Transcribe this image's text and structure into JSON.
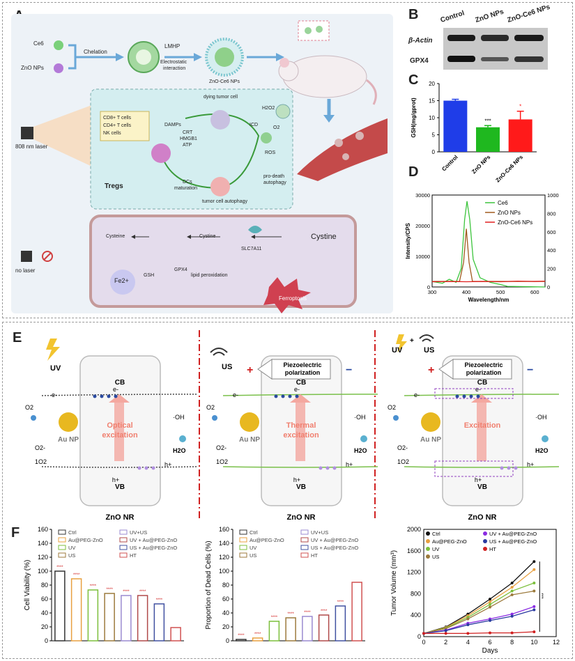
{
  "panelA": {
    "letter": "A",
    "ce6": "Ce6",
    "zno_nps": "ZnO NPs",
    "chelation": "Chelation",
    "lmhp": "LMHP",
    "electrostatic": "Electrostatic",
    "interaction": "interaction",
    "zno_ce6_nps": "ZnO-Ce6 NPs",
    "laser_808": "808 nm laser",
    "no_laser": "no laser",
    "dying_tumor_cell": "dying tumor cell",
    "damps": "DAMPs",
    "crt": "CRT",
    "hmgb1": "HMGB1",
    "atp": "ATP",
    "icd": "ICD",
    "h2o2": "H2O2",
    "o2": "O2",
    "ros": "ROS",
    "cd8": "CD8+ T cells",
    "cd4": "CD4+ T cells",
    "nk": "NK cells",
    "tregs": "Tregs",
    "dcs": "DCs",
    "maturation": "maturation",
    "pro_death": "pro-death",
    "autophagy": "autophagy",
    "tumor_autophagy": "tumor cell autophagy",
    "cysteine": "Cysteine",
    "cystine_in": "Cystine",
    "cystine_out": "Cystine",
    "slc7a11": "SLC7A11",
    "gsh": "GSH",
    "gpx4": "GPX4",
    "lipid_perox": "lipid peroxidation",
    "fe": "Fe2+",
    "ferroptosis": "Ferroptosis"
  },
  "panelB": {
    "letter": "B",
    "columns": [
      "Control",
      "ZnO NPs",
      "ZnO-Ce6 NPs"
    ],
    "rows": [
      "β-Actin",
      "GPX4"
    ]
  },
  "panelC": {
    "letter": "C",
    "chart_data": {
      "type": "bar",
      "categories": [
        "Control",
        "ZnO NPs",
        "ZnO-Ce6 NPs"
      ],
      "values": [
        15.0,
        7.2,
        9.5
      ],
      "errors": [
        0.4,
        0.5,
        2.4
      ],
      "colors": [
        "#1f3de8",
        "#1fb81f",
        "#ff1a1a"
      ],
      "ylabel": "GSH(mg/gprot)",
      "ylim": [
        0,
        20
      ],
      "yticks": [
        "0",
        "5",
        "10",
        "15",
        "20"
      ],
      "annotations": [
        "",
        "***",
        "*"
      ]
    }
  },
  "panelD": {
    "letter": "D",
    "chart_data": {
      "type": "line",
      "xlabel": "Wavelength/nm",
      "ylabel": "Intensity/CPS",
      "xlim": [
        300,
        630
      ],
      "ylim_left": [
        0,
        30000
      ],
      "ylim_right": [
        0,
        1000
      ],
      "xticks": [
        "300",
        "400",
        "500",
        "600"
      ],
      "yticks_left": [
        "0",
        "10000",
        "20000",
        "30000"
      ],
      "yticks_right": [
        "0",
        "200",
        "400",
        "600",
        "800",
        "1000"
      ],
      "series": [
        {
          "name": "Ce6",
          "color": "#3cc43c",
          "x": [
            300,
            330,
            350,
            370,
            385,
            395,
            402,
            410,
            420,
            440,
            470,
            500,
            520,
            630
          ],
          "y": [
            1800,
            1200,
            2500,
            1500,
            6000,
            22000,
            28000,
            22000,
            9000,
            3000,
            1500,
            800,
            200,
            0
          ]
        },
        {
          "name": "ZnO NPs",
          "color": "#a05a1e",
          "x": [
            300,
            380,
            392,
            400,
            408,
            418,
            440,
            630
          ],
          "y": [
            1800,
            1800,
            8000,
            19000,
            8000,
            1800,
            1800,
            1800
          ]
        },
        {
          "name": "ZnO-Ce6 NPs",
          "color": "#e02020",
          "x": [
            300,
            350,
            400,
            450,
            500,
            550,
            600,
            630
          ],
          "y": [
            1700,
            1800,
            1700,
            1800,
            1700,
            1900,
            1800,
            1900
          ]
        }
      ]
    }
  },
  "panelE": {
    "letter": "E",
    "uv": "UV",
    "us": "US",
    "cb": "CB",
    "vb": "VB",
    "e_minus": "e-",
    "h_plus": "h+",
    "o2": "O2",
    "o2_radical": "O2-",
    "singlet_o2": "1O2",
    "oh": "·OH",
    "h2o": "H2O",
    "au_np": "Au NP",
    "zno_nr": "ZnO NR",
    "optical": "Optical",
    "thermal": "Thermal",
    "excitation": "excitation",
    "excitation_cap": "Excitation",
    "piezo": "Piezoelectric",
    "polarization": "polarization",
    "plus": "+",
    "minus": "−"
  },
  "panelF": {
    "letter": "F",
    "legend": [
      "Ctrl",
      "Au@PEG-ZnO",
      "UV",
      "US",
      "UV+US",
      "UV + Au@PEG-ZnO",
      "US + Au@PEG-ZnO",
      "HT"
    ],
    "colors": [
      "#333333",
      "#e8a040",
      "#7cbf3c",
      "#9c7a3c",
      "#9a8ad0",
      "#b04a4a",
      "#4050a0",
      "#d05050"
    ],
    "chart1": {
      "type": "bar",
      "ylabel": "Cell Viability (%)",
      "ylim": [
        0,
        160
      ],
      "yticks": [
        "0",
        "20",
        "40",
        "60",
        "80",
        "100",
        "120",
        "140",
        "160"
      ],
      "values": [
        100,
        89,
        73,
        68,
        65,
        65,
        53,
        19
      ],
      "sig": [
        "****",
        "****",
        "****",
        "****",
        "****",
        "****",
        "****",
        ""
      ]
    },
    "chart2": {
      "type": "bar",
      "ylabel": "Proportion of Dead Cells (%)",
      "ylim": [
        0,
        160
      ],
      "yticks": [
        "0",
        "20",
        "40",
        "60",
        "80",
        "100",
        "120",
        "140",
        "160"
      ],
      "values": [
        2,
        4,
        28,
        33,
        35,
        37,
        50,
        84
      ],
      "sig": [
        "****",
        "****",
        "****",
        "****",
        "****",
        "****",
        "****",
        ""
      ]
    },
    "chart3": {
      "type": "line",
      "ylabel": "Tumor Volume (mm³)",
      "xlabel": "Days",
      "xlim": [
        0,
        12
      ],
      "ylim": [
        0,
        2000
      ],
      "xticks": [
        "0",
        "2",
        "4",
        "6",
        "8",
        "10",
        "12"
      ],
      "yticks": [
        "0",
        "400",
        "800",
        "1200",
        "1600",
        "2000"
      ],
      "legend": [
        "Ctrl",
        "Au@PEG-ZnO",
        "UV",
        "US",
        "UV + Au@PEG-ZnO",
        "US + Au@PEG-ZnO",
        "HT"
      ],
      "colors": [
        "#111111",
        "#e8a040",
        "#7cbf3c",
        "#9c7a3c",
        "#8a2be2",
        "#2a3aa0",
        "#d02020"
      ],
      "x": [
        0,
        2,
        4,
        6,
        8,
        10
      ],
      "series": [
        [
          60,
          180,
          420,
          700,
          1000,
          1400
        ],
        [
          60,
          170,
          390,
          650,
          920,
          1250
        ],
        [
          60,
          160,
          360,
          600,
          850,
          1000
        ],
        [
          60,
          150,
          330,
          550,
          780,
          850
        ],
        [
          60,
          120,
          250,
          330,
          420,
          560
        ],
        [
          60,
          110,
          220,
          300,
          380,
          500
        ],
        [
          60,
          60,
          60,
          70,
          70,
          90
        ]
      ],
      "sig": "***"
    }
  }
}
